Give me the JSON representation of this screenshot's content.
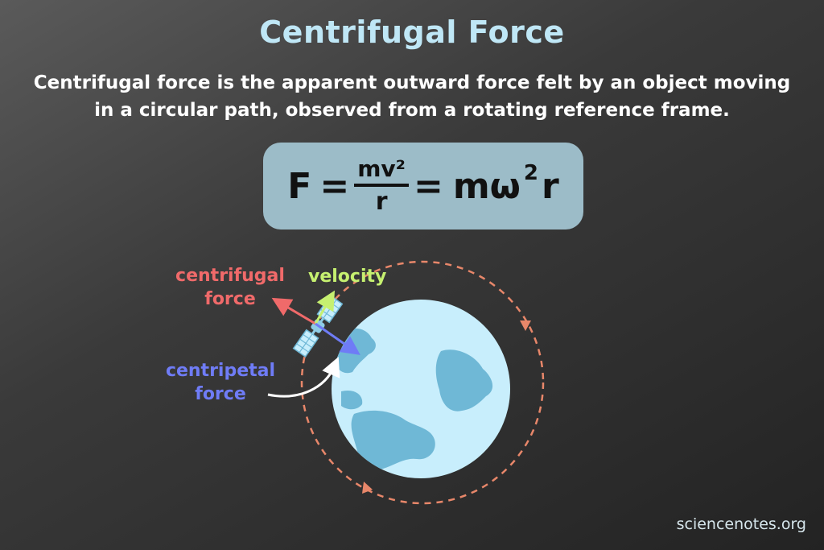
{
  "title": "Centrifugal Force",
  "description": "Centrifugal force is the apparent outward force felt by an object moving in a circular path, observed from a rotating reference frame.",
  "formula": {
    "lhs": "F",
    "equals": "=",
    "numerator": "mv²",
    "denominator": "r",
    "rhs_base": "mω",
    "rhs_exp": "2",
    "rhs_tail": "r"
  },
  "labels": {
    "centrifugal": "centrifugal force",
    "velocity": "velocity",
    "centripetal": "centripetal force"
  },
  "colors": {
    "centrifugal": "#f06a6a",
    "velocity": "#c6f070",
    "centripetal": "#6f7cf6",
    "orbit": "#e8876a",
    "planet": "#c8eefc",
    "land": "#6fb8d6"
  },
  "footer": "sciencenotes.org"
}
